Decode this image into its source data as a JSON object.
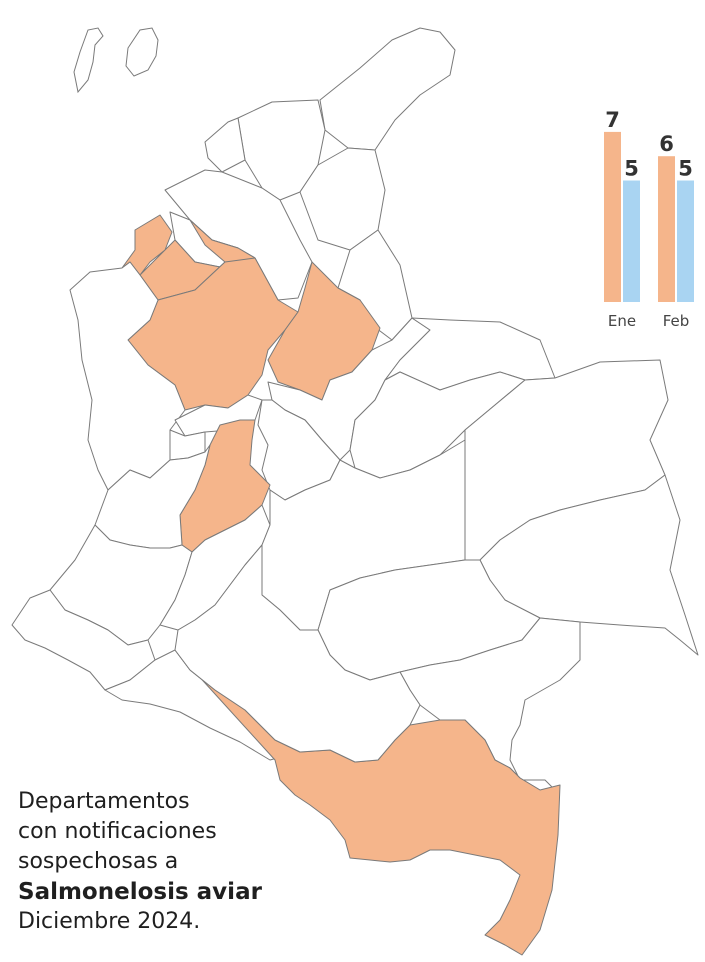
{
  "colors": {
    "highlight": "#F5B58B",
    "bar_ene_feb_current": "#F5B58B",
    "bar_comparison": "#A9D4F2",
    "border": "#7a7a7a"
  },
  "map": {
    "highlighted_departments": [
      "Córdoba",
      "Antioquia",
      "Santander",
      "Caldas",
      "Tolima",
      "Caquetá"
    ]
  },
  "caption": {
    "line1": "Departamentos",
    "line2": "con notificaciones",
    "line3": "sospechosas a",
    "line4": "Salmonelosis aviar",
    "line5": "Diciembre  2024."
  },
  "chart_data": {
    "type": "bar",
    "categories": [
      "Ene",
      "Feb"
    ],
    "series": [
      {
        "values": [
          7,
          6
        ],
        "color": "#F5B58B"
      },
      {
        "values": [
          5,
          5
        ],
        "color": "#A9D4F2"
      }
    ]
  }
}
